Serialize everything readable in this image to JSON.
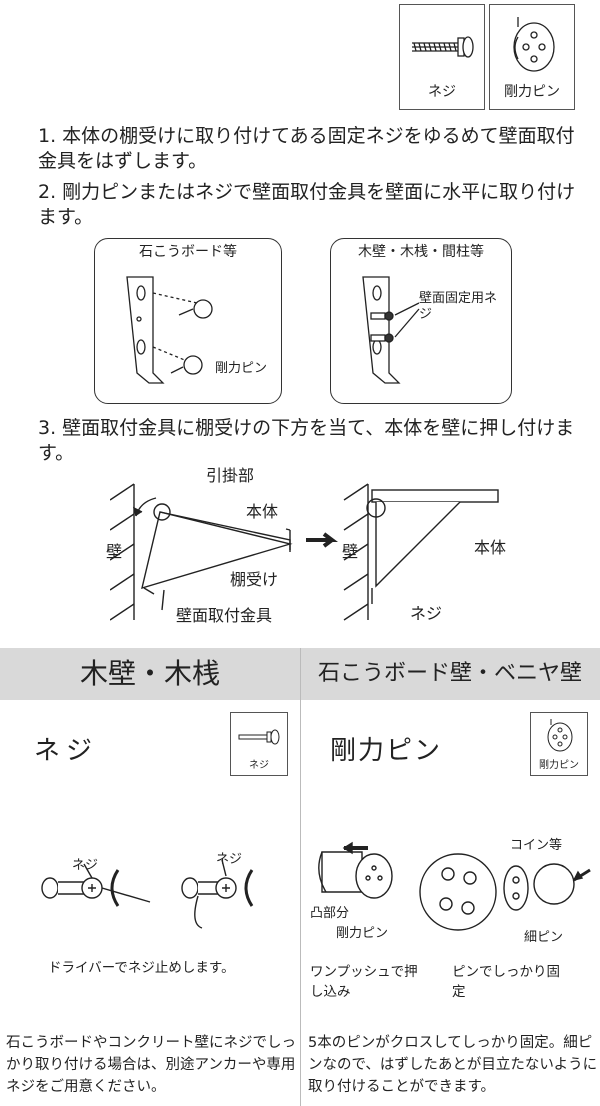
{
  "legend": {
    "screw_label": "ネジ",
    "pin_label": "剛力ピン"
  },
  "steps": {
    "step1": "1. 本体の棚受けに取り付けてある固定ネジをゆるめて壁面取付金具をはずします。",
    "step2": "2. 剛力ピンまたはネジで壁面取付金具を壁面に水平に取り付けます。",
    "step3": "3. 壁面取付金具に棚受けの下方を当て、本体を壁に押し付けます。"
  },
  "panels": {
    "left_title": "石こうボード等",
    "left_label": "剛力ピン",
    "right_title": "木壁・木桟・間柱等",
    "right_label": "壁面固定用ネジ"
  },
  "diagram": {
    "hook": "引掛部",
    "body": "本体",
    "wall": "壁",
    "bracket": "棚受け",
    "mount": "壁面取付金具",
    "wall2": "壁",
    "body2": "本体",
    "screw": "ネジ"
  },
  "band": {
    "left": "木壁・木桟",
    "right": "石こうボード壁・ベニヤ壁"
  },
  "left_section": {
    "title": "ネジ",
    "mini_label": "ネジ",
    "illus_label_a": "ネジ",
    "illus_label_b": "ネジ",
    "note": "ドライバーでネジ止めします。",
    "paragraph": "石こうボードやコンクリート壁にネジでしっかり取り付ける場合は、別途アンカーや専用ネジをご用意ください。"
  },
  "right_section": {
    "title": "剛力ピン",
    "mini_label": "剛力ピン",
    "label_convex": "凸部分",
    "label_pin": "剛力ピン",
    "label_coin": "コイン等",
    "label_thin": "細ピン",
    "note_a": "ワンプッシュで押し込み",
    "note_b": "ピンでしっかり固定",
    "paragraph": "5本のピンがクロスしてしっかり固定。細ピンなので、はずしたあとが目立たないように取り付けることができます。"
  }
}
